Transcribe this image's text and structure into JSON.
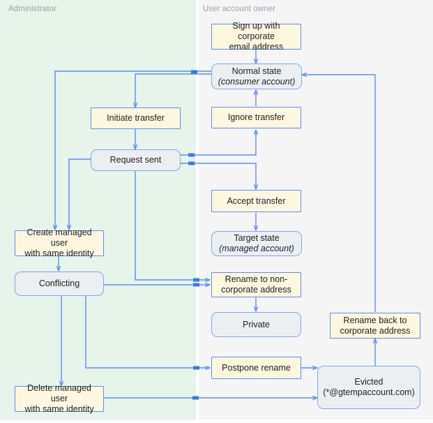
{
  "title": "Account transfer state diagram",
  "colors": {
    "lane_admin_bg": "#e6f4ea",
    "lane_user_bg": "#f5f5f5",
    "action_fill": "#fef7e0",
    "state_fill": "#eceff1",
    "edge_stroke": "#5b8def",
    "lane_label": "#9aa0a6",
    "text": "#202124"
  },
  "lanes": [
    {
      "id": "administrator",
      "label": "Administrator"
    },
    {
      "id": "user-account-owner",
      "label": "User account owner"
    }
  ],
  "nodes": [
    {
      "id": "sign-up",
      "kind": "action",
      "lane": "user",
      "line1": "Sign up with corporate",
      "line2": "email address"
    },
    {
      "id": "normal-state",
      "kind": "state",
      "lane": "user",
      "line1": "Normal state",
      "line2": "(consumer account)"
    },
    {
      "id": "initiate-transfer",
      "kind": "action",
      "lane": "admin",
      "line1": "Initiate transfer",
      "line2": ""
    },
    {
      "id": "ignore-transfer",
      "kind": "action",
      "lane": "user",
      "line1": "Ignore transfer",
      "line2": ""
    },
    {
      "id": "request-sent",
      "kind": "state",
      "lane": "admin",
      "line1": "Request sent",
      "line2": ""
    },
    {
      "id": "accept-transfer",
      "kind": "action",
      "lane": "user",
      "line1": "Accept transfer",
      "line2": ""
    },
    {
      "id": "target-state",
      "kind": "state",
      "lane": "user",
      "line1": "Target state",
      "line2": "(managed account)"
    },
    {
      "id": "create-managed-user",
      "kind": "action",
      "lane": "admin",
      "line1": "Create managed user",
      "line2": "with same identity"
    },
    {
      "id": "conflicting",
      "kind": "state",
      "lane": "admin",
      "line1": "Conflicting",
      "line2": ""
    },
    {
      "id": "rename-non-corporate",
      "kind": "action",
      "lane": "user",
      "line1": "Rename to non-",
      "line2": "corporate address"
    },
    {
      "id": "private",
      "kind": "state",
      "lane": "user",
      "line1": "Private",
      "line2": ""
    },
    {
      "id": "rename-back",
      "kind": "action",
      "lane": "user",
      "line1": "Rename back to",
      "line2": "corporate address"
    },
    {
      "id": "postpone-rename",
      "kind": "action",
      "lane": "user",
      "line1": "Postpone rename",
      "line2": ""
    },
    {
      "id": "delete-managed-user",
      "kind": "action",
      "lane": "admin",
      "line1": "Delete managed user",
      "line2": "with same identity"
    },
    {
      "id": "evicted",
      "kind": "state",
      "lane": "user",
      "line1": "Evicted",
      "line2": "(*@gtempaccount.com)"
    }
  ],
  "edges": [
    {
      "from": "sign-up",
      "to": "normal-state"
    },
    {
      "from": "normal-state",
      "to": "initiate-transfer"
    },
    {
      "from": "normal-state",
      "to": "create-managed-user"
    },
    {
      "from": "initiate-transfer",
      "to": "request-sent"
    },
    {
      "from": "request-sent",
      "to": "ignore-transfer"
    },
    {
      "from": "request-sent",
      "to": "accept-transfer"
    },
    {
      "from": "request-sent",
      "to": "create-managed-user"
    },
    {
      "from": "request-sent",
      "to": "rename-non-corporate"
    },
    {
      "from": "ignore-transfer",
      "to": "normal-state"
    },
    {
      "from": "accept-transfer",
      "to": "target-state"
    },
    {
      "from": "create-managed-user",
      "to": "conflicting"
    },
    {
      "from": "conflicting",
      "to": "rename-non-corporate"
    },
    {
      "from": "conflicting",
      "to": "postpone-rename"
    },
    {
      "from": "conflicting",
      "to": "delete-managed-user"
    },
    {
      "from": "rename-non-corporate",
      "to": "private"
    },
    {
      "from": "postpone-rename",
      "to": "evicted"
    },
    {
      "from": "delete-managed-user",
      "to": "evicted"
    },
    {
      "from": "evicted",
      "to": "rename-back"
    },
    {
      "from": "rename-back",
      "to": "normal-state"
    }
  ]
}
